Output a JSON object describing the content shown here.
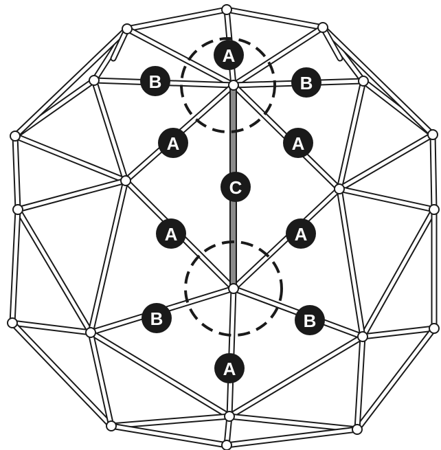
{
  "diagram": {
    "callouts": [
      {
        "label": "A"
      },
      {
        "label": "B"
      },
      {
        "label": "B"
      },
      {
        "label": "A"
      },
      {
        "label": "A"
      },
      {
        "label": "C"
      },
      {
        "label": "A"
      },
      {
        "label": "A"
      },
      {
        "label": "B"
      },
      {
        "label": "B"
      },
      {
        "label": "A"
      }
    ],
    "colors": {
      "strut": "#1a1a1a",
      "callout_fill": "#1a1a1a",
      "callout_text": "#ffffff",
      "pole": "#8a8a8a"
    }
  }
}
